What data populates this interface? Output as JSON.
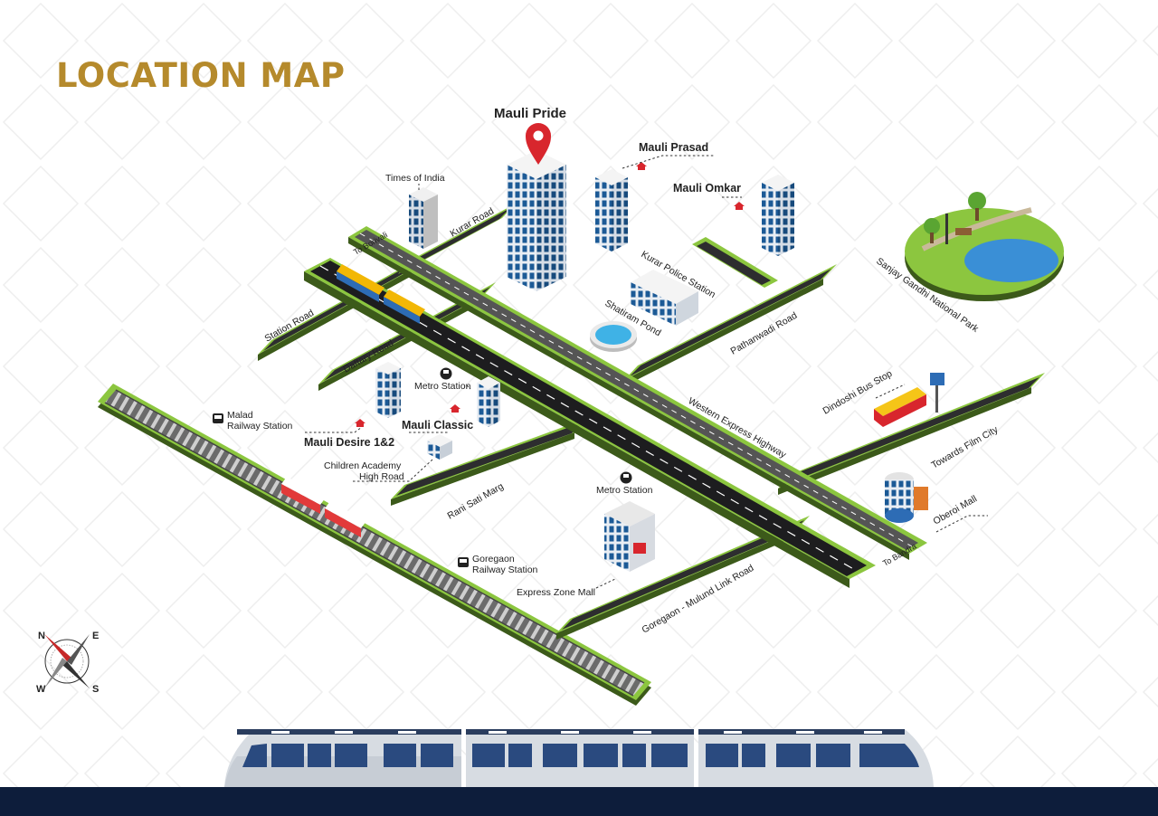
{
  "page_title": "LOCATION MAP",
  "colors": {
    "title_gold": "#b58a2c",
    "road_dark": "#2d2d2f",
    "grass_green": "#8cc63f",
    "pin_red": "#d8262d",
    "footer_navy": "#0d1d3b",
    "building_blue": "#1c5a96"
  },
  "project": {
    "name": "Mauli Pride"
  },
  "projects_nearby": {
    "prasad": "Mauli Prasad",
    "omkar": "Mauli Omkar",
    "classic": "Mauli Classic",
    "desire": "Mauli Desire 1&2"
  },
  "roads": {
    "kurar_road": "Kurar Road",
    "to_borivali": "To Borivali",
    "station_road": "Station Road",
    "daftary_road": "Daftary Road",
    "pathanwadi_road": "Pathanwadi Road",
    "weh": "Western Express Highway",
    "towards_film_city": "Towards Film City",
    "to_bandra": "To Bandra",
    "rani_sati_marg": "Rani Sati Marg",
    "gmlr": "Goregaon - Mulund Link Road"
  },
  "landmarks": {
    "times_of_india": "Times of India",
    "kurar_police": "Kurar Police Station",
    "shatiram_pond": "Shatiram Pond",
    "sanjay_gandhi": "Sanjay Gandhi National Park",
    "dindoshi_bus": "Dindoshi Bus Stop",
    "oberoi_mall": "Oberoi Mall",
    "express_zone": "Express Zone Mall",
    "metro_station_1": "Metro Station",
    "metro_station_2": "Metro Station",
    "malad_line1": "Malad",
    "malad_line2": "Railway Station",
    "goregaon_line1": "Goregaon",
    "goregaon_line2": "Railway Station",
    "children_line1": "Children Academy",
    "children_line2": "High Road"
  },
  "compass": {
    "n": "N",
    "e": "E",
    "s": "S",
    "w": "W"
  }
}
